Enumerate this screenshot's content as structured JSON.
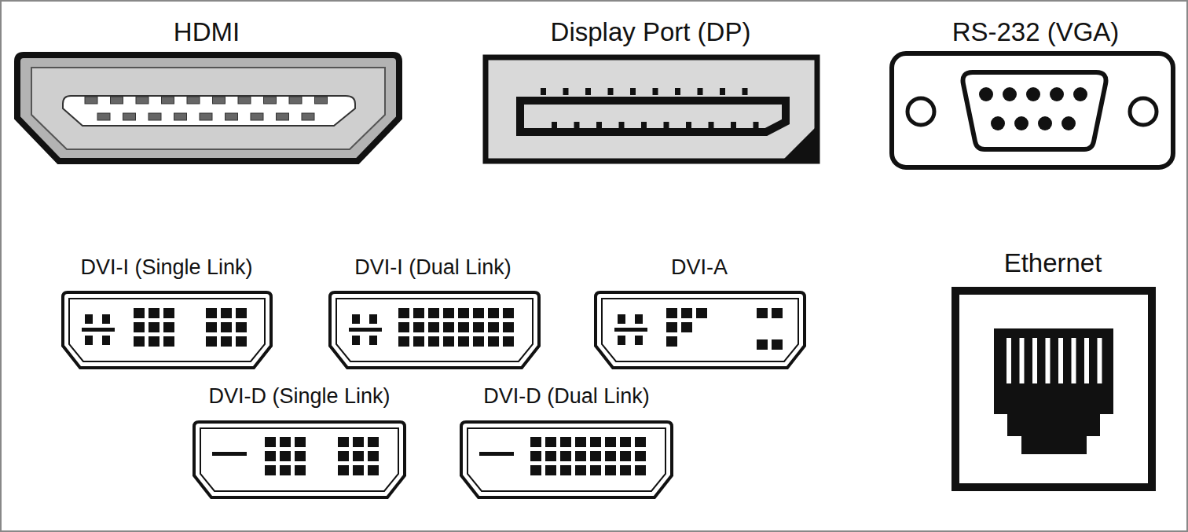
{
  "diagram": {
    "labels": [
      "HDMI",
      "Display Port (DP)",
      "RS-232 (VGA)",
      "DVI-I (Single Link)",
      "DVI-I (Dual Link)",
      "DVI-A",
      "DVI-D (Single Link)",
      "DVI-D (Dual Link)",
      "Ethernet"
    ]
  }
}
